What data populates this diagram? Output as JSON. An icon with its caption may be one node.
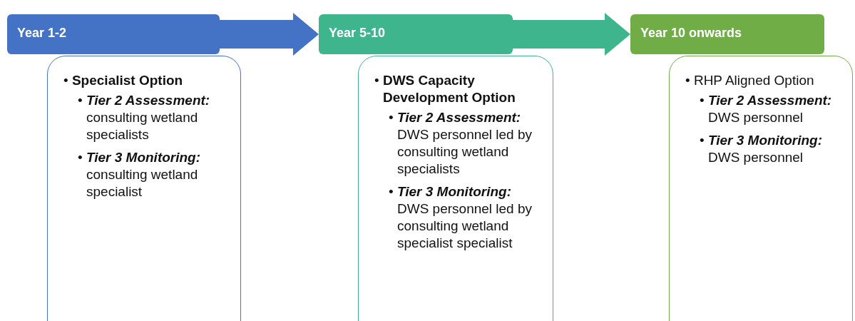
{
  "diagram": {
    "nodes": [
      {
        "text": [
          "Year 1-2"
        ]
      },
      {
        "text": [
          "• **Specialist Option**",
          "• **Tier 2 Assessment:** consulting wetland specialists",
          "• **Tier 3 Monitoring:** consulting wetland specialist"
        ]
      },
      {
        "text": [
          "Year 5-10"
        ]
      },
      {
        "text": [
          "• **DWS Capacity Development Option**",
          "• **Tier 2 Assessment:** DWS personnel led by consulting wetland specialists",
          "• **Tier 3 Monitoring:** DWS personnel led by consulting wetland specialist specialist"
        ]
      },
      {
        "text": [
          "Year 10 onwards"
        ]
      },
      {
        "text": [
          "• RHP Aligned Option",
          "• **Tier 2 Assessment:** DWS personnel",
          "• **Tier 3 Monitoring:** DWS personnel"
        ]
      }
    ],
    "edges": [
      {
        "from": 0,
        "to": 2,
        "arrow": "to"
      },
      {
        "from": 2,
        "to": 4,
        "arrow": "to"
      }
    ]
  }
}
